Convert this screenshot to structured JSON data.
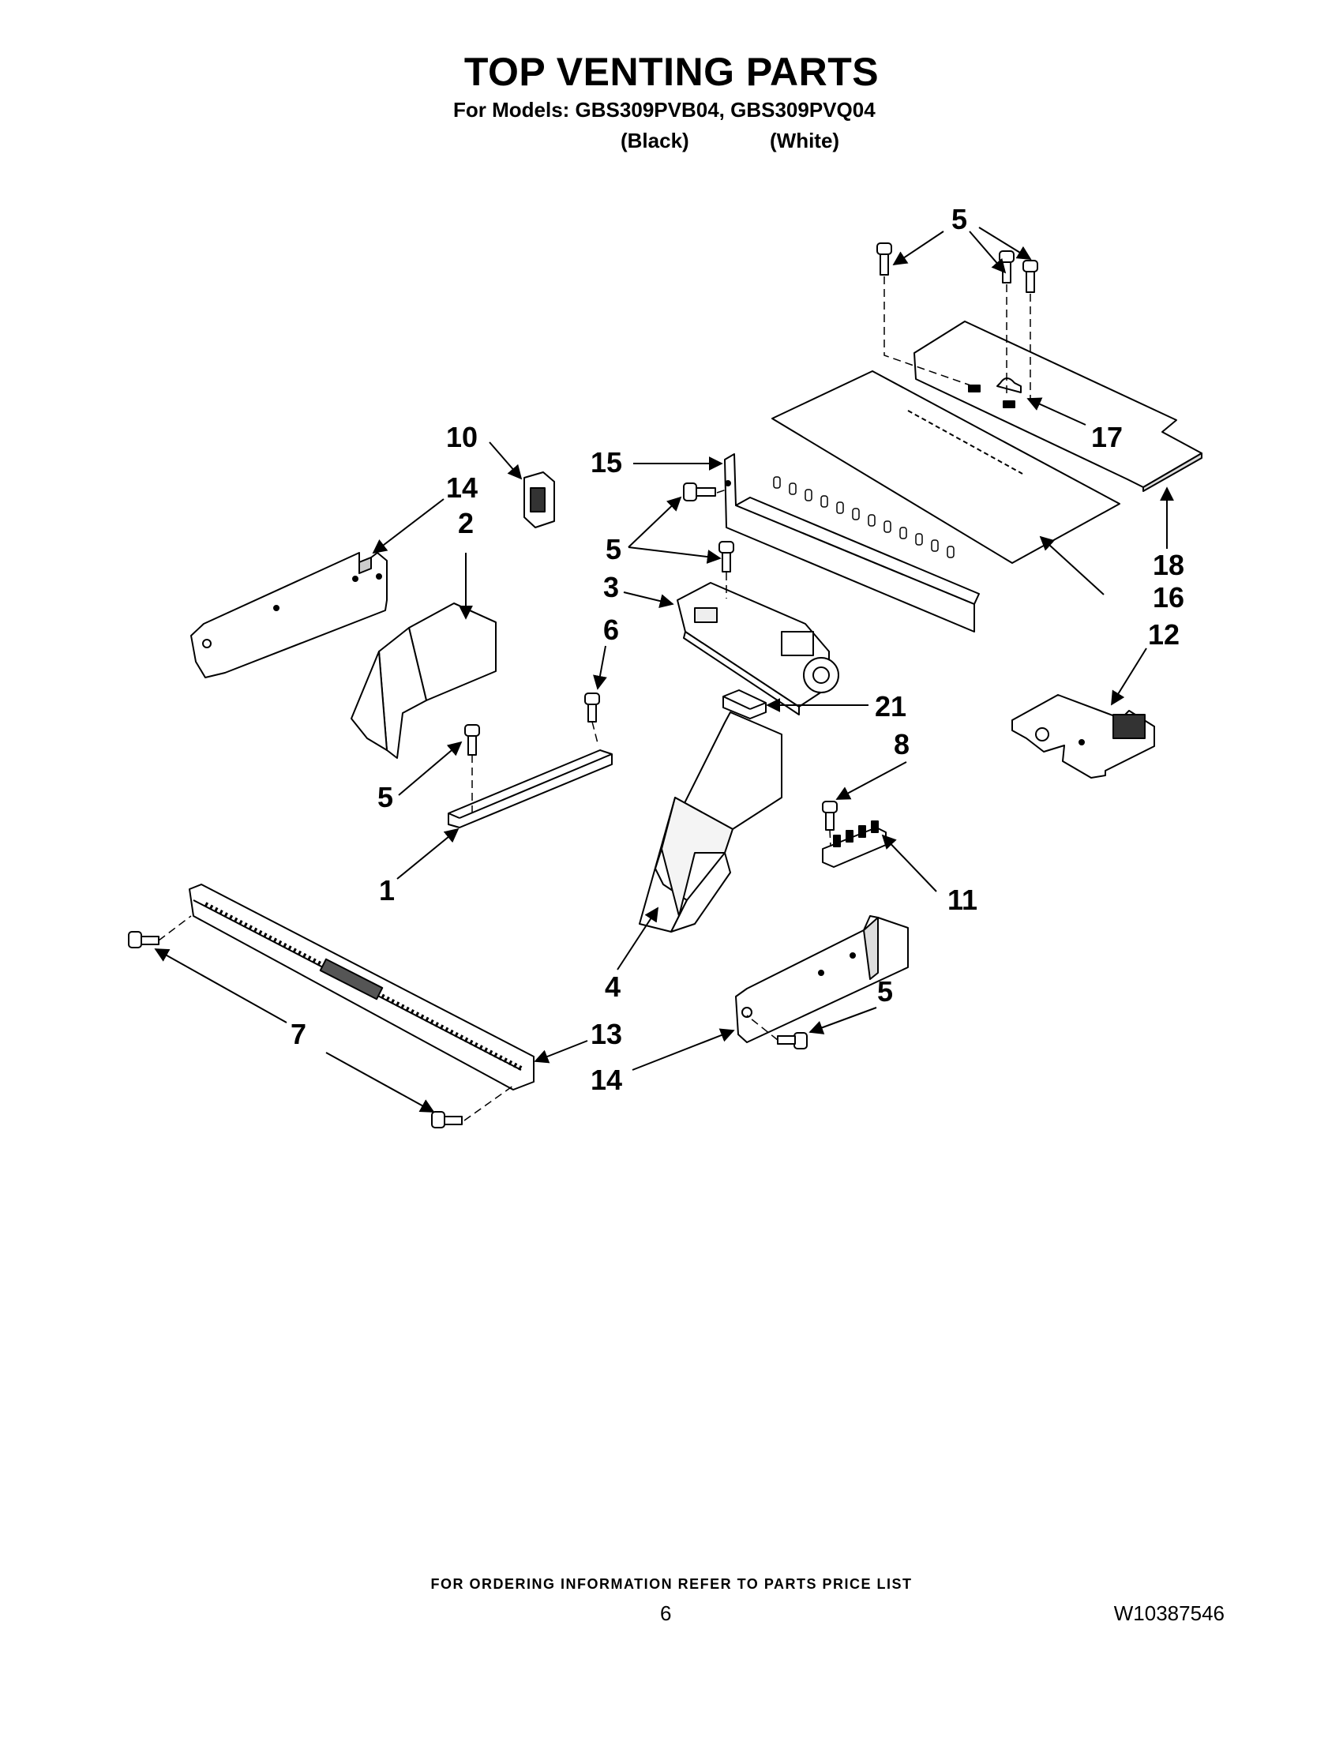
{
  "header": {
    "title": "TOP VENTING PARTS",
    "models_line": "For Models: GBS309PVB04, GBS309PVQ04",
    "variant_1": "(Black)",
    "variant_2": "(White)"
  },
  "diagram": {
    "callouts": {
      "c5_top": "5",
      "c17": "17",
      "c18": "18",
      "c16": "16",
      "c10": "10",
      "c14_left": "14",
      "c2": "2",
      "c15": "15",
      "c5_mid": "5",
      "c3": "3",
      "c6": "6",
      "c12": "12",
      "c21": "21",
      "c8": "8",
      "c5_left": "5",
      "c1": "1",
      "c11": "11",
      "c4": "4",
      "c5_right": "5",
      "c7": "7",
      "c13": "13",
      "c14_right": "14"
    }
  },
  "footer": {
    "ordering_note": "FOR ORDERING INFORMATION REFER TO PARTS PRICE LIST",
    "page_number": "6",
    "document_number": "W10387546"
  }
}
